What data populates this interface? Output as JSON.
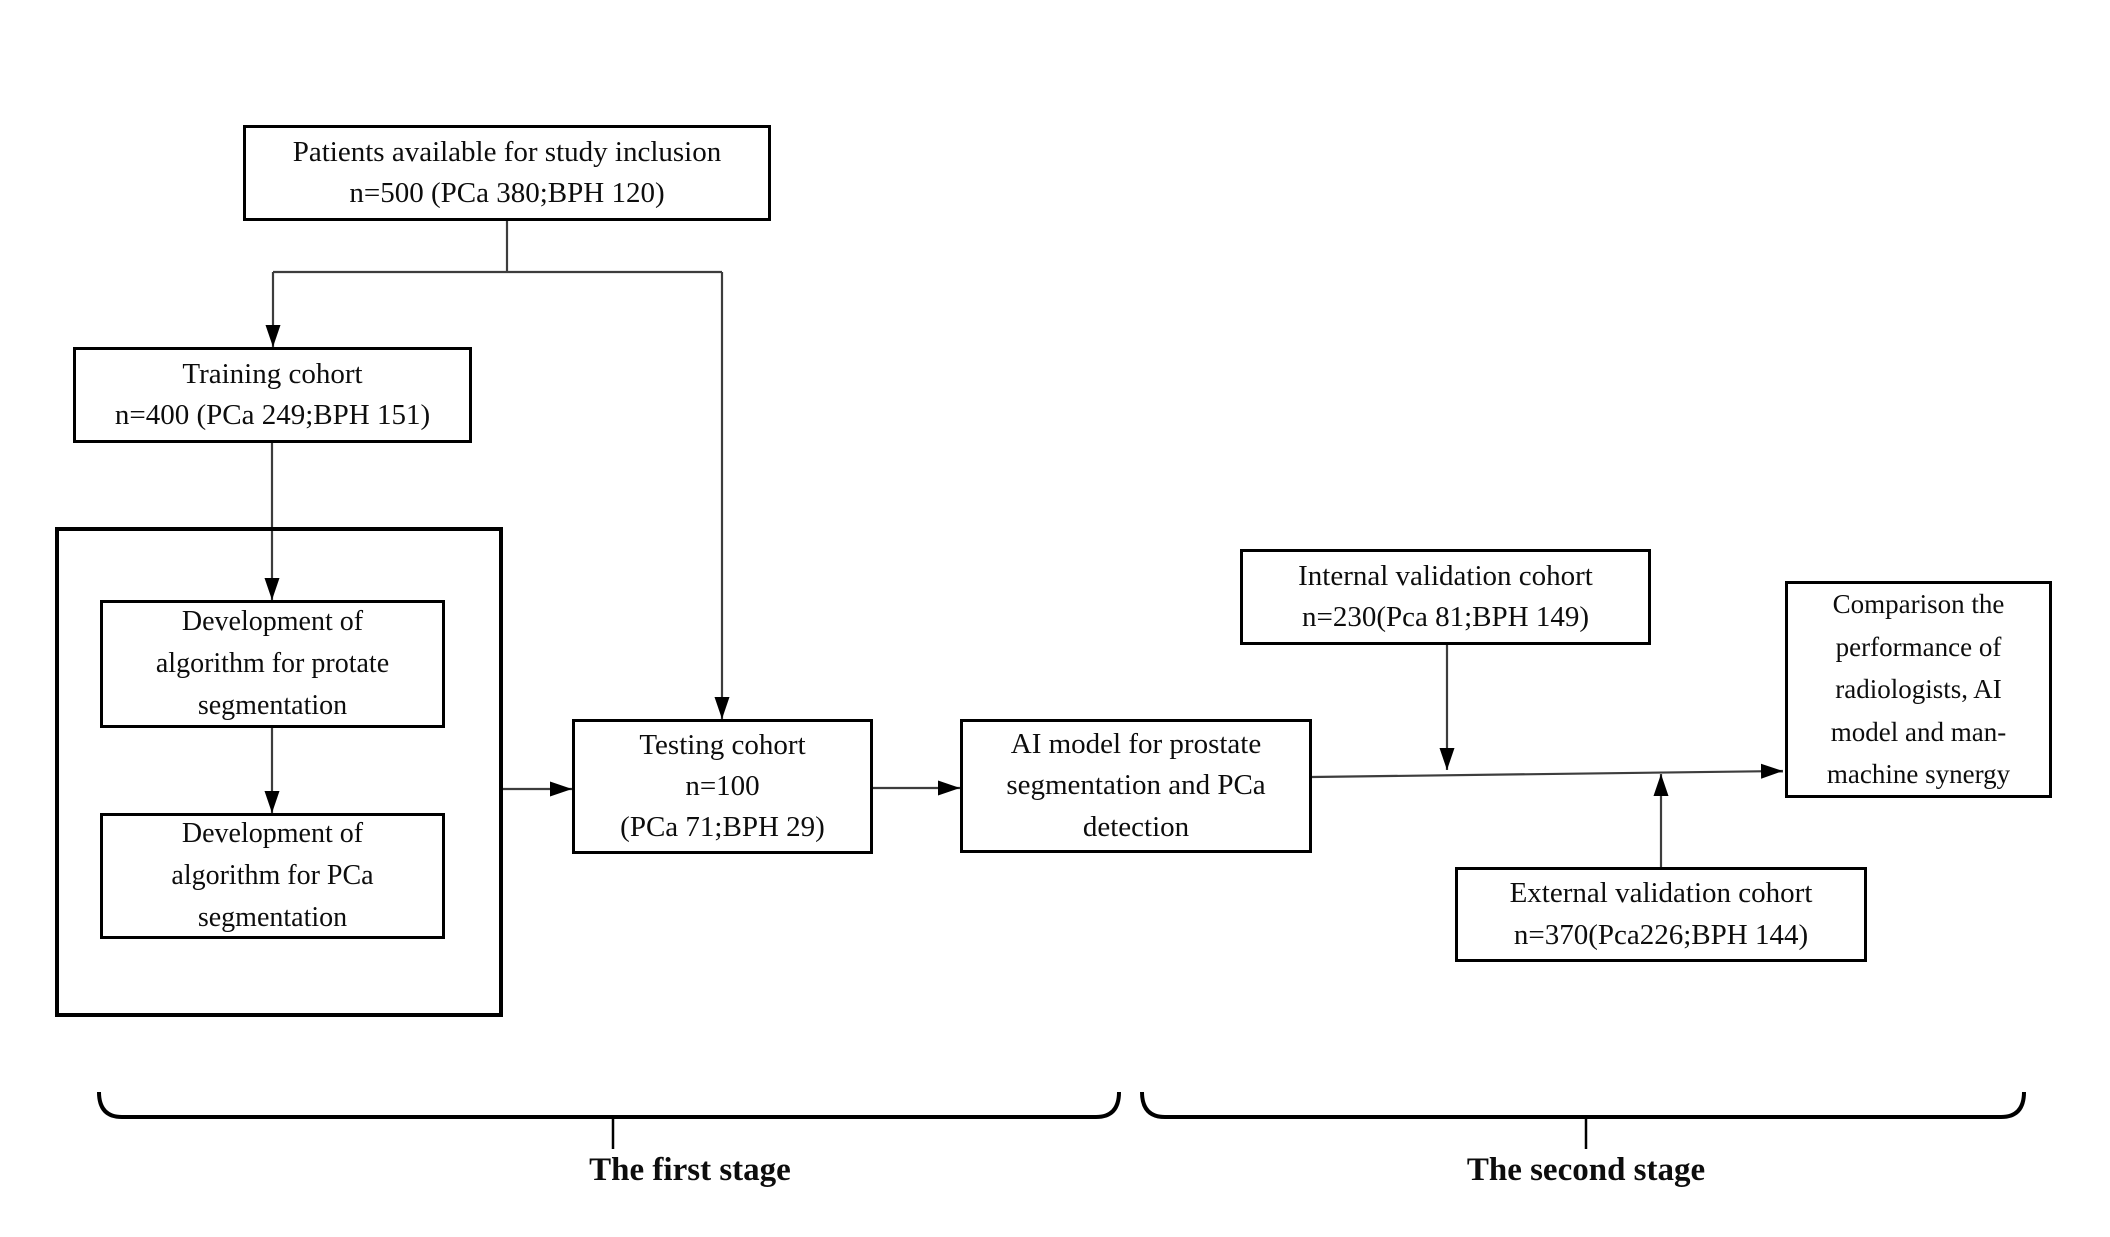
{
  "palette": {
    "ink": "#000000",
    "connector": "#3d3d3d",
    "background": "#ffffff"
  },
  "boxes": {
    "patients": {
      "lines": [
        "Patients available for study inclusion",
        "n=500 (PCa 380;BPH 120)"
      ]
    },
    "training": {
      "lines": [
        "Training cohort",
        "n=400 (PCa 249;BPH 151)"
      ]
    },
    "dev_prostate": {
      "lines": [
        "Development of",
        "algorithm for protate",
        "segmentation"
      ]
    },
    "dev_pca": {
      "lines": [
        "Development of",
        "algorithm for PCa",
        "segmentation"
      ]
    },
    "testing": {
      "lines": [
        "Testing cohort",
        "n=100",
        "(PCa 71;BPH 29)"
      ]
    },
    "ai_model": {
      "lines": [
        "AI model for prostate",
        "segmentation and PCa",
        "detection"
      ]
    },
    "internal_validation": {
      "lines": [
        "Internal validation cohort",
        "n=230(Pca 81;BPH 149)"
      ]
    },
    "external_validation": {
      "lines": [
        "External validation cohort",
        "n=370(Pca226;BPH 144)"
      ]
    },
    "comparison": {
      "lines": [
        "Comparison the",
        "performance of",
        "radiologists, AI",
        "model and man-",
        "machine synergy"
      ]
    }
  },
  "stages": {
    "first": "The first stage",
    "second": "The second stage"
  }
}
